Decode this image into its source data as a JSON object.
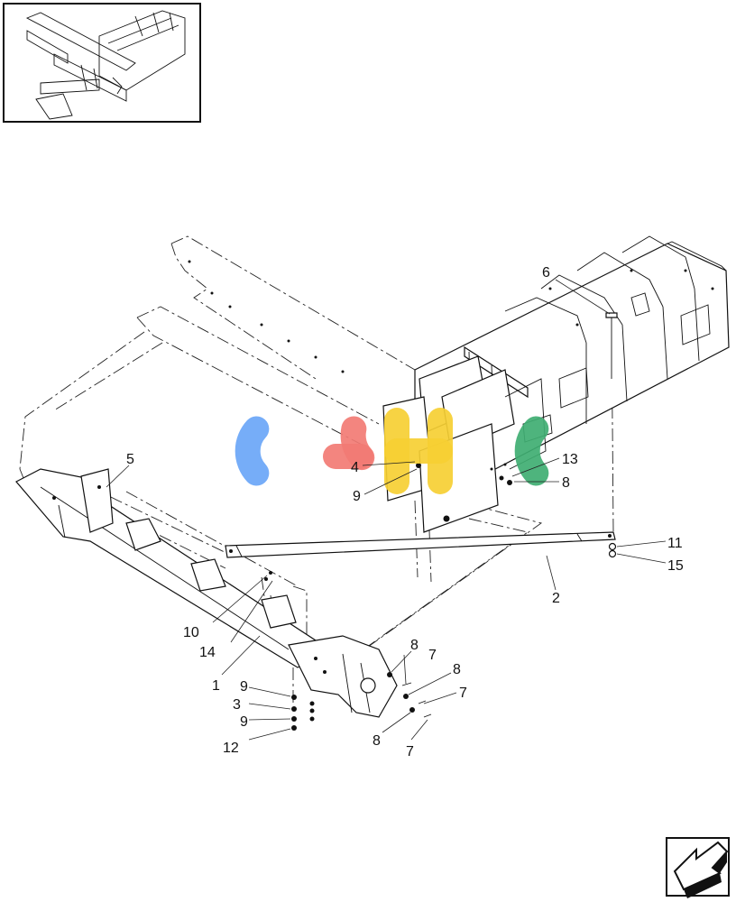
{
  "watermark": {
    "letters": [
      "C",
      "G",
      "H",
      "C"
    ],
    "colors": [
      "#6aa6f7",
      "#f27b74",
      "#f6cf33",
      "#3fae72"
    ]
  },
  "callouts": [
    {
      "id": "c5",
      "label": "5"
    },
    {
      "id": "c6",
      "label": "6"
    },
    {
      "id": "c4",
      "label": "4"
    },
    {
      "id": "c9a",
      "label": "9"
    },
    {
      "id": "c13",
      "label": "13"
    },
    {
      "id": "c8a",
      "label": "8"
    },
    {
      "id": "c11",
      "label": "11"
    },
    {
      "id": "c15",
      "label": "15"
    },
    {
      "id": "c2",
      "label": "2"
    },
    {
      "id": "c10",
      "label": "10"
    },
    {
      "id": "c14",
      "label": "14"
    },
    {
      "id": "c1",
      "label": "1"
    },
    {
      "id": "c8b",
      "label": "8"
    },
    {
      "id": "c7a",
      "label": "7"
    },
    {
      "id": "c8c",
      "label": "8"
    },
    {
      "id": "c7b",
      "label": "7"
    },
    {
      "id": "c9b",
      "label": "9"
    },
    {
      "id": "c3",
      "label": "3"
    },
    {
      "id": "c9c",
      "label": "9"
    },
    {
      "id": "c12",
      "label": "12"
    },
    {
      "id": "c8d",
      "label": "8"
    },
    {
      "id": "c7c",
      "label": "7"
    }
  ],
  "icons": {
    "thumbnail": "assembly-overview-thumbnail-icon",
    "nav": "previous-page-arrow-icon"
  }
}
